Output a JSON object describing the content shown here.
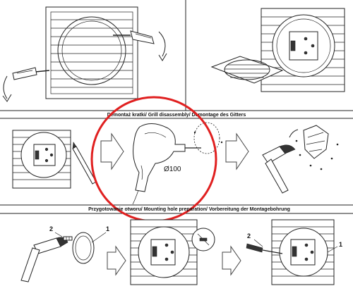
{
  "captions": {
    "grill": "Demontaż kratki/ Grill disassembly/ Demontage des Gitters",
    "hole": "Przygotowanie otworu/ Mounting hole preparation/ Vorbereitung der Montagebohrung"
  },
  "dimension": "Ø100",
  "labels": {
    "left_2": "2",
    "left_1": "1",
    "right_2": "2",
    "right_1": "1"
  },
  "colors": {
    "highlight_circle": "#e02020",
    "line": "#222222"
  }
}
